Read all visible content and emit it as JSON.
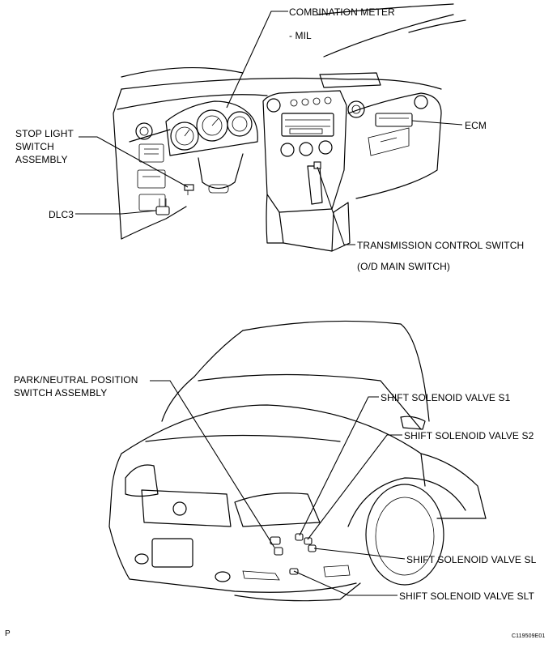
{
  "labels": {
    "combination_meter": "COMBINATION METER",
    "mil": "- MIL",
    "ecm": "ECM",
    "stop_light_1": "STOP LIGHT",
    "stop_light_2": "SWITCH",
    "stop_light_3": "ASSEMBLY",
    "dlc3": "DLC3",
    "transmission_control_switch": "TRANSMISSION CONTROL SWITCH",
    "od_main_switch": "(O/D MAIN SWITCH)",
    "park_neutral_1": "PARK/NEUTRAL POSITION",
    "park_neutral_2": "SWITCH ASSEMBLY",
    "shift_s1": "SHIFT SOLENOID VALVE S1",
    "shift_s2": "SHIFT SOLENOID VALVE S2",
    "shift_sl": "SHIFT SOLENOID VALVE SL",
    "shift_slt": "SHIFT SOLENOID VALVE SLT"
  },
  "footer": {
    "page_letter": "P",
    "figure_code": "C119509E01"
  }
}
